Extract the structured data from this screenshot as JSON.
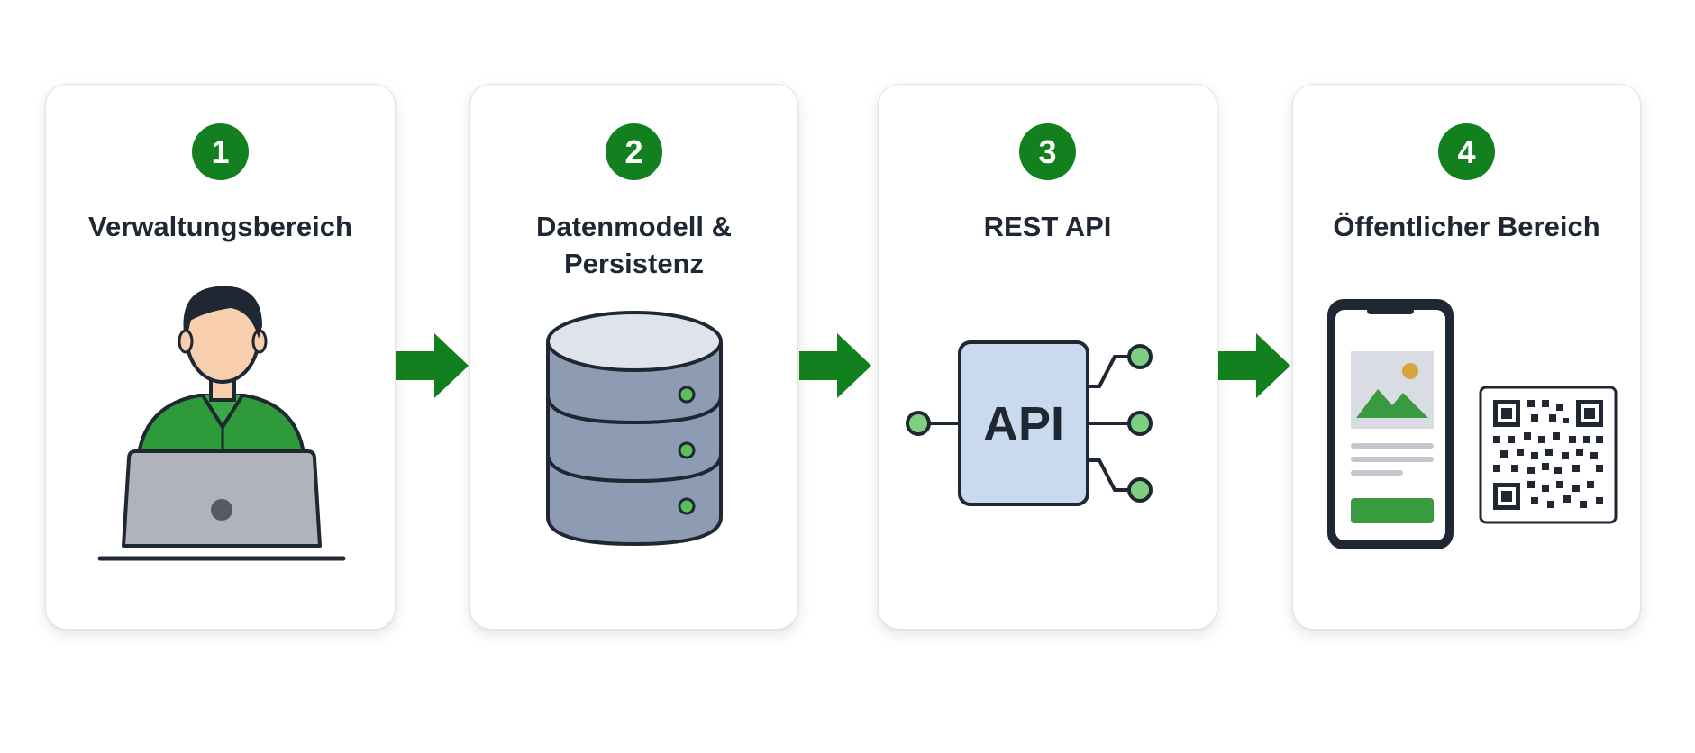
{
  "colors": {
    "brand_green": "#12801f",
    "arrow_green": "#12801f",
    "title_text": "#1f2733",
    "card_border": "#e3e3e3"
  },
  "steps": [
    {
      "number": "1",
      "title": "Verwaltungsbereich",
      "icon": "admin-user-laptop-icon"
    },
    {
      "number": "2",
      "title": "Datenmodell & Persistenz",
      "icon": "database-icon"
    },
    {
      "number": "3",
      "title": "REST API",
      "icon": "api-icon",
      "api_label": "API"
    },
    {
      "number": "4",
      "title": "Öffentlicher Bereich",
      "icon": "smartphone-qr-icon"
    }
  ]
}
